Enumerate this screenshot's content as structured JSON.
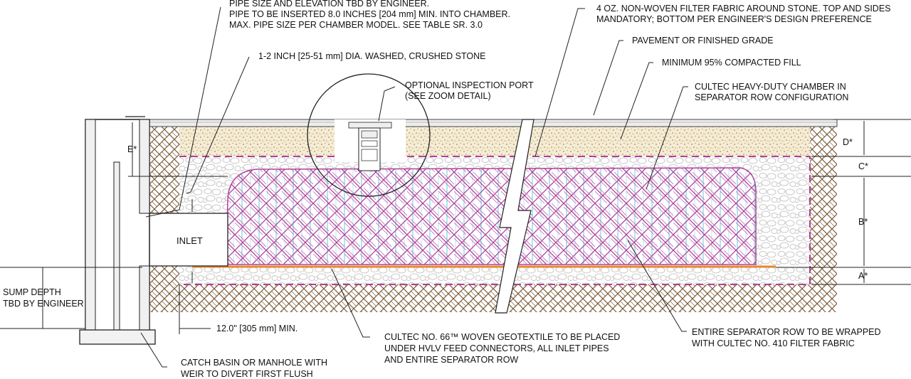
{
  "callouts": {
    "pipe_size": [
      "PIPE SIZE AND ELEVATION TBD BY ENGINEER.",
      "PIPE TO BE INSERTED 8.0 INCHES [204 mm] MIN. INTO CHAMBER.",
      "MAX. PIPE SIZE PER CHAMBER MODEL. SEE TABLE SR. 3.0"
    ],
    "filter_fabric": [
      "4 OZ. NON-WOVEN FILTER FABRIC AROUND STONE. TOP AND SIDES",
      "MANDATORY;  BOTTOM PER ENGINEER'S DESIGN PREFERENCE"
    ],
    "pavement": "PAVEMENT OR FINISHED GRADE",
    "stone": "1-2 INCH [25-51 mm] DIA. WASHED, CRUSHED STONE",
    "fill": "MINIMUM 95% COMPACTED FILL",
    "inspection": [
      "OPTIONAL INSPECTION PORT",
      "(SEE ZOOM DETAIL)"
    ],
    "chamber": [
      "CULTEC HEAVY-DUTY CHAMBER IN",
      "SEPARATOR ROW CONFIGURATION"
    ],
    "sump": [
      "SUMP DEPTH",
      "TBD BY ENGINEER"
    ],
    "woven": [
      "CULTEC NO. 66™ WOVEN GEOTEXTILE TO BE PLACED",
      "UNDER HVLV FEED CONNECTORS, ALL INLET PIPES",
      "AND ENTIRE SEPARATOR ROW"
    ],
    "wrapped": [
      "ENTIRE SEPARATOR ROW TO BE WRAPPED",
      "WITH CULTEC NO. 410 FILTER FABRIC"
    ],
    "catch_basin": [
      "CATCH BASIN OR MANHOLE WITH",
      "WEIR TO DIVERT FIRST FLUSH"
    ]
  },
  "dimensions": {
    "e": "E*",
    "d": "D*",
    "c": "C*",
    "b": "B*",
    "a": "A*",
    "min_12": "12.0\" [305 mm] MIN."
  },
  "inlet_label": "INLET",
  "colors": {
    "magenta": "#b0409a",
    "cyan": "#36c3d6",
    "orange": "#e8882a",
    "soil": "#6b4a2a",
    "sand": "#c8a050"
  }
}
